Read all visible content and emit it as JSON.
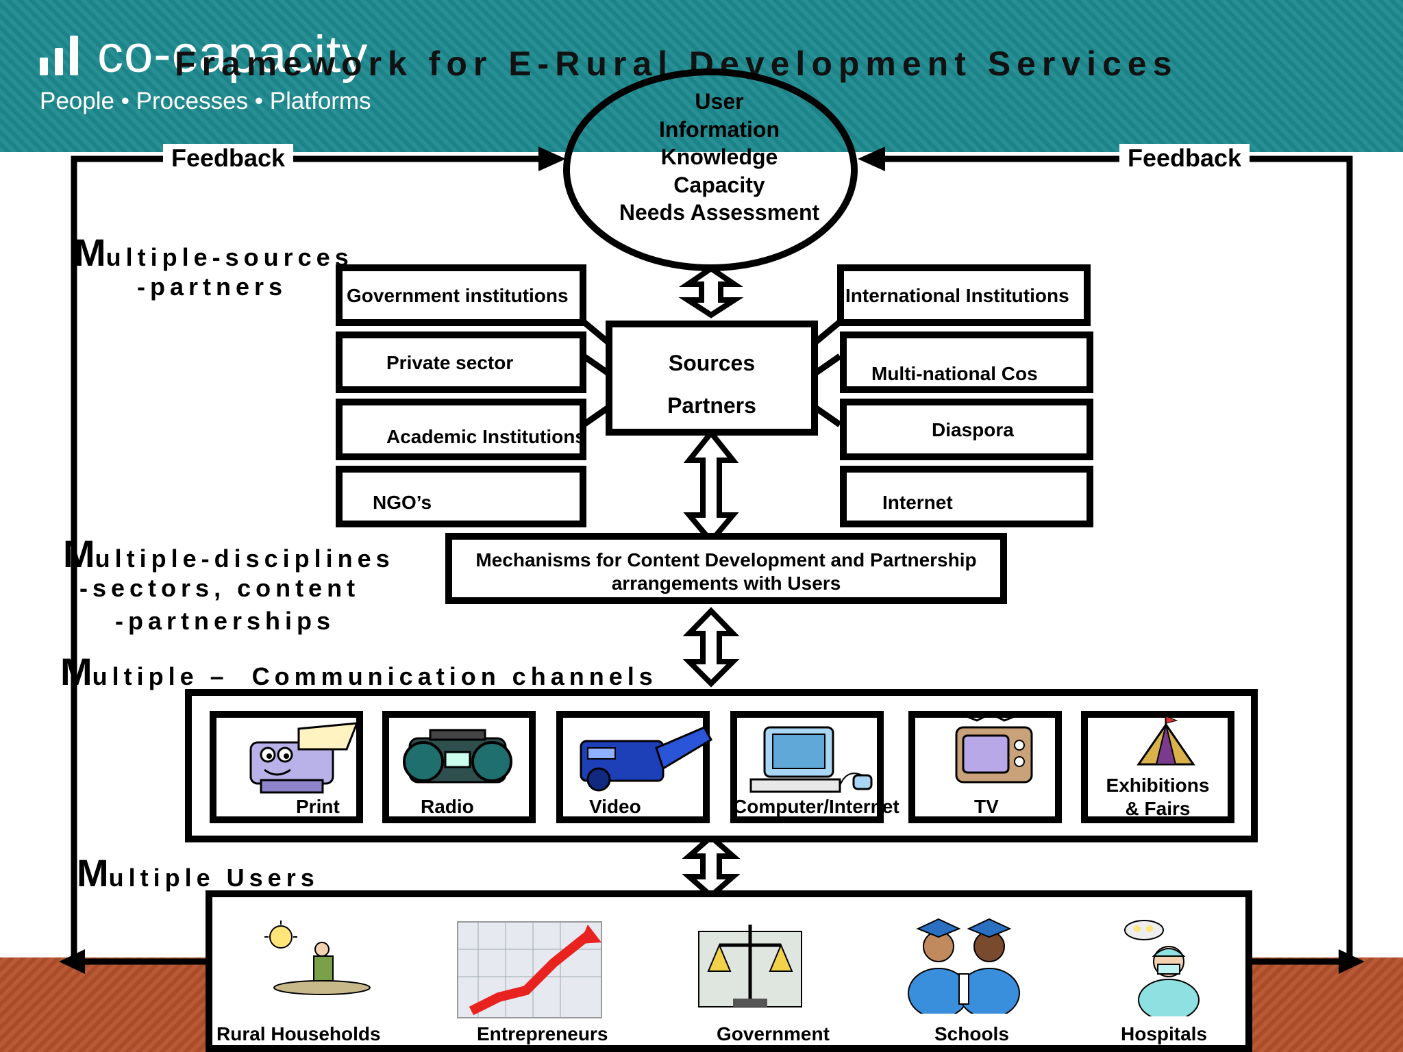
{
  "header": {
    "logo_name": "co-capacity",
    "logo_tagline": "People  •  Processes  •  Platforms",
    "title": "Framework for E-Rural Development Services"
  },
  "user_ellipse": {
    "lines": [
      "User",
      "Information",
      "Knowledge",
      "Capacity",
      "Needs Assessment"
    ]
  },
  "feedback": {
    "left": "Feedback",
    "right": "Feedback"
  },
  "section_labels": {
    "sources_line1": "Multiple-sources",
    "sources_line2": "-partners",
    "disciplines_line1": "Multiple-disciplines",
    "disciplines_line2": "-sectors, content",
    "disciplines_line3": "-partnerships",
    "channels": "Multiple – Communication channels",
    "users": "Multiple Users"
  },
  "partners_left": [
    "Government institutions",
    "Private sector",
    "Academic Institutions",
    "NGO’s"
  ],
  "partners_right": [
    "International Institutions",
    "Multi-national Cos",
    "Diaspora",
    "Internet"
  ],
  "center_box": {
    "line1": "Sources",
    "line2": "Partners"
  },
  "mechanisms": {
    "line1": "Mechanisms for Content Development and Partnership",
    "line2": "arrangements with Users"
  },
  "channels": [
    "Print",
    "Radio",
    "Video",
    "Computer/Internet",
    "TV",
    "Exhibitions & Fairs"
  ],
  "channels_exhibitions": {
    "line1": "Exhibitions",
    "line2": "& Fairs"
  },
  "users": [
    "Rural Households",
    "Entrepreneurs",
    "Government",
    "Schools",
    "Hospitals"
  ],
  "icons": {
    "channels": [
      "printer-icon",
      "radio-icon",
      "video-camera-icon",
      "computer-icon",
      "tv-icon",
      "tent-icon"
    ],
    "users": [
      "farmer-icon",
      "growth-chart-icon",
      "scales-of-justice-icon",
      "graduates-icon",
      "surgeon-icon"
    ]
  },
  "colors": {
    "header_teal": "#1d8a8f",
    "footer_rust": "#b5512c",
    "line": "#000000"
  }
}
